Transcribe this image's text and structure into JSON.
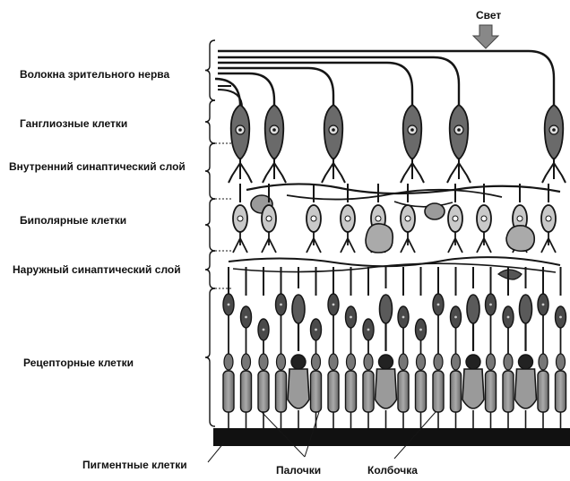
{
  "labels": {
    "light": "Свет",
    "nerve_fibers": "Волокна зрительного нерва",
    "ganglion": "Ганглиозные клетки",
    "inner_synaptic": "Внутренний синаптический слой",
    "bipolar": "Биполярные клетки",
    "outer_synaptic": "Наружный синаптический слой",
    "receptor": "Рецепторные клетки",
    "pigment": "Пигментные клетки",
    "rods": "Палочки",
    "cone": "Колбочка"
  },
  "colors": {
    "ink": "#151515",
    "cell_dark": "#4a4a4a",
    "cell_mid": "#8a8a8a",
    "cell_light": "#c8c8c8",
    "pigment": "#111111"
  }
}
